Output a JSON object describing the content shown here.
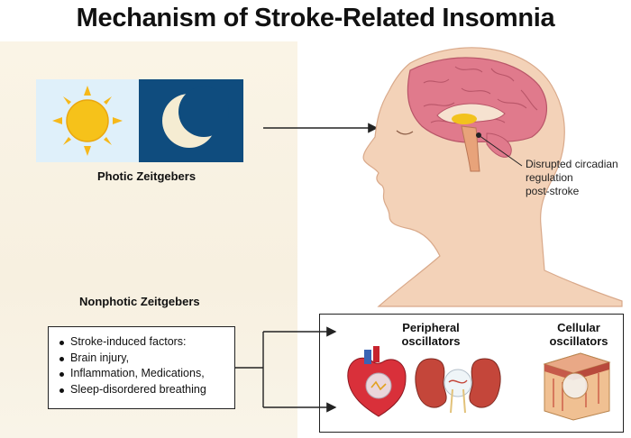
{
  "title": "Mechanism of Stroke-Related Insomnia",
  "photic_label": "Photic Zeitgebers",
  "nonphotic_label": "Nonphotic Zeitgebers",
  "factors": [
    "Stroke-induced factors:",
    "Brain injury,",
    "Inflammation, Medications,",
    "Sleep-disordered breathing"
  ],
  "callout": [
    "Disrupted circadian",
    "regulation",
    "post-stroke"
  ],
  "peripheral": [
    "Peripheral",
    "oscillators"
  ],
  "cellular": [
    "Cellular",
    "oscillators"
  ],
  "colors": {
    "sky": "#dff0fa",
    "sun": "#f6c21a",
    "night": "#0f4c7e",
    "brain": "#e07a8c",
    "skin": "#f3d2b8"
  },
  "icons": [
    "sun-icon",
    "moon-icon",
    "head-brain-illustration",
    "heart-icon",
    "kidney-icon",
    "skin-tissue-icon"
  ]
}
